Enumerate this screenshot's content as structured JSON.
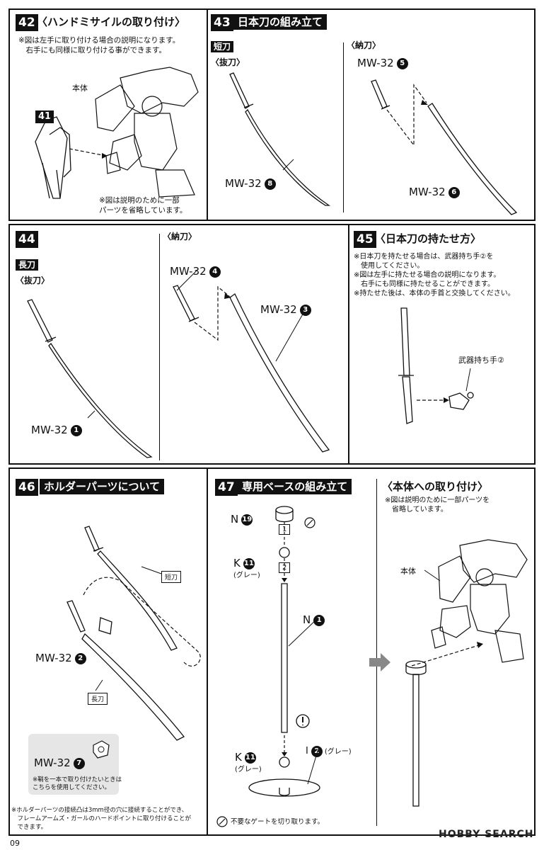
{
  "page_number": "09",
  "watermark": "HOBBY SEARCH",
  "step42": {
    "num": "42",
    "title": "〈ハンドミサイルの取り付け〉",
    "note": "※図は左手に取り付ける場合の説明になります。\n　右手にも同様に取り付ける事ができます。",
    "body_label": "本体",
    "part_num": "41",
    "omit_note": "※図は説明のために一部\nパーツを省略しています。"
  },
  "step43": {
    "num": "43",
    "title": "日本刀の組み立て",
    "short_sword": "短刀",
    "drawn": "〈抜刀〉",
    "sheathed": "〈納刀〉",
    "p1": "MW-32",
    "p1n": "8",
    "p2": "MW-32",
    "p2n": "5",
    "p3": "MW-32",
    "p3n": "6"
  },
  "step44": {
    "num": "44",
    "long_sword": "長刀",
    "drawn": "〈抜刀〉",
    "sheathed": "〈納刀〉",
    "p1": "MW-32",
    "p1n": "1",
    "p2": "MW-32",
    "p2n": "4",
    "p3": "MW-32",
    "p3n": "3"
  },
  "step45": {
    "num": "45",
    "title": "〈日本刀の持たせ方〉",
    "note": "※日本刀を持たせる場合は、武器持ち手②を\n　使用してください。\n※図は左手に持たせる場合の説明になります。\n　右手にも同様に持たせることができます。\n※持たせた後は、本体の手首と交換してください。",
    "hand_label": "武器持ち手②"
  },
  "step46": {
    "num": "46",
    "title": "ホルダーパーツについて",
    "short_tag": "短刀",
    "long_tag": "長刀",
    "p1": "MW-32",
    "p1n": "2",
    "p2": "MW-32",
    "p2n": "7",
    "box_note": "※鞘を一本で取り付けたいときは\nこちらを使用してください。",
    "bottom_note": "※ホルダーパーツの接続凸は3mm径の穴に接続することができ、\n　フレームアームズ・ガールのハードポイントに取り付けることが\n　できます。"
  },
  "step47": {
    "num": "47",
    "title": "専用ベースの組み立て",
    "n19": "N",
    "n19n": "19",
    "k11a": "K",
    "k11an": "11",
    "grey_a": "(グレー)",
    "n1": "N",
    "n1n": "1",
    "k11b": "K",
    "k11bn": "11",
    "grey_b": "(グレー)",
    "i2": "I",
    "i2n": "2",
    "i2grey": "(グレー)",
    "step1": "1",
    "step2": "2",
    "gate_note": "不要なゲートを切り取ります。"
  },
  "attach": {
    "title": "〈本体への取り付け〉",
    "note": "※図は説明のために一部パーツを\n　省略しています。",
    "body_label": "本体"
  }
}
